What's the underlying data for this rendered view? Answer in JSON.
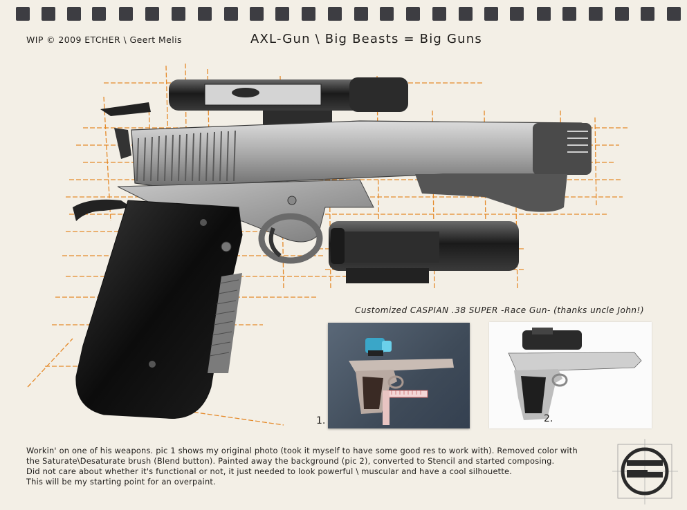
{
  "credit": "WIP © 2009 ETCHER \\ Geert Melis",
  "title": "AXL-Gun \\ Big Beasts = Big Guns",
  "caption": "Customized CASPIAN .38 SUPER -Race Gun- (thanks uncle John!)",
  "photos": [
    {
      "number": "1."
    },
    {
      "number": "2."
    }
  ],
  "description": [
    "Workin' on one of his weapons. pic 1 shows my original photo (took it myself to have some good res to work with). Removed color with",
    "the Saturate\\Desaturate brush (Blend button). Painted away the background (pic 2), converted to Stencil and started composing.",
    "Did not care about whether it's functional or not, it just needed to look powerful \\ muscular and have a cool silhouette.",
    "This will be my starting point for an overpaint."
  ],
  "colors": {
    "paper": "#f3efe6",
    "guide_lines": "#e58a2a",
    "squares": "#3d3d42",
    "ink": "#1e1c1a"
  },
  "icons": [
    "square-bullet-icon",
    "etcher-logo-icon"
  ]
}
